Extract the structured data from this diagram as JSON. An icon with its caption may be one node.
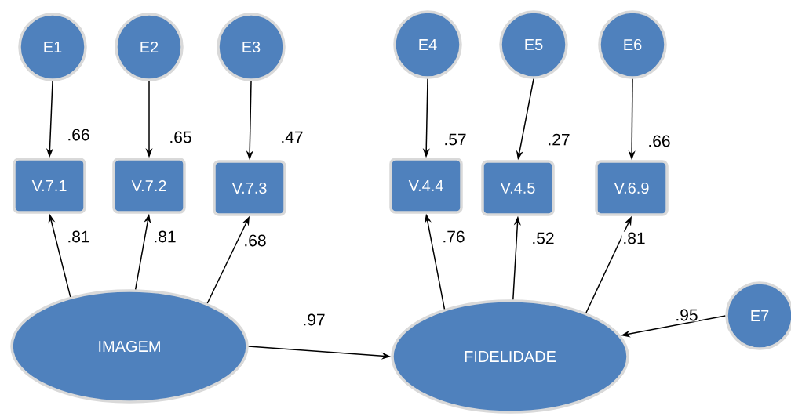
{
  "diagram": {
    "nodes": [
      {
        "text": [
          "E1"
        ]
      },
      {
        "text": [
          "E2"
        ]
      },
      {
        "text": [
          "E3"
        ]
      },
      {
        "text": [
          "E4"
        ]
      },
      {
        "text": [
          "E5"
        ]
      },
      {
        "text": [
          "E6"
        ]
      },
      {
        "text": [
          "V.7.1"
        ]
      },
      {
        "text": [
          "V.7.2"
        ]
      },
      {
        "text": [
          "V.7.3"
        ]
      },
      {
        "text": [
          "V.4.4"
        ]
      },
      {
        "text": [
          "V.4.5"
        ]
      },
      {
        "text": [
          "V.6.9"
        ]
      },
      {
        "text": [
          "IMAGEM"
        ]
      },
      {
        "text": [
          "FIDELIDADE"
        ]
      },
      {
        "text": [
          "E7"
        ]
      }
    ],
    "edges": [
      {
        "from": 0,
        "to": 6,
        "arrow": "to",
        "label": ".66"
      },
      {
        "from": 1,
        "to": 7,
        "arrow": "to",
        "label": ".65"
      },
      {
        "from": 2,
        "to": 8,
        "arrow": "to",
        "label": ".47"
      },
      {
        "from": 3,
        "to": 9,
        "arrow": "to",
        "label": ".57"
      },
      {
        "from": 4,
        "to": 10,
        "arrow": "to",
        "label": ".27"
      },
      {
        "from": 5,
        "to": 11,
        "arrow": "to",
        "label": ".66"
      },
      {
        "from": 12,
        "to": 6,
        "arrow": "to",
        "label": ".81"
      },
      {
        "from": 12,
        "to": 7,
        "arrow": "to",
        "label": ".81"
      },
      {
        "from": 12,
        "to": 8,
        "arrow": "to",
        "label": ".68"
      },
      {
        "from": 13,
        "to": 9,
        "arrow": "to",
        "label": ".76"
      },
      {
        "from": 13,
        "to": 10,
        "arrow": "to",
        "label": ".52"
      },
      {
        "from": 13,
        "to": 11,
        "arrow": "to",
        "label": ".81"
      },
      {
        "from": 12,
        "to": 13,
        "arrow": "to",
        "label": ".97"
      },
      {
        "from": 14,
        "to": 13,
        "arrow": "to",
        "label": ".95"
      }
    ]
  }
}
